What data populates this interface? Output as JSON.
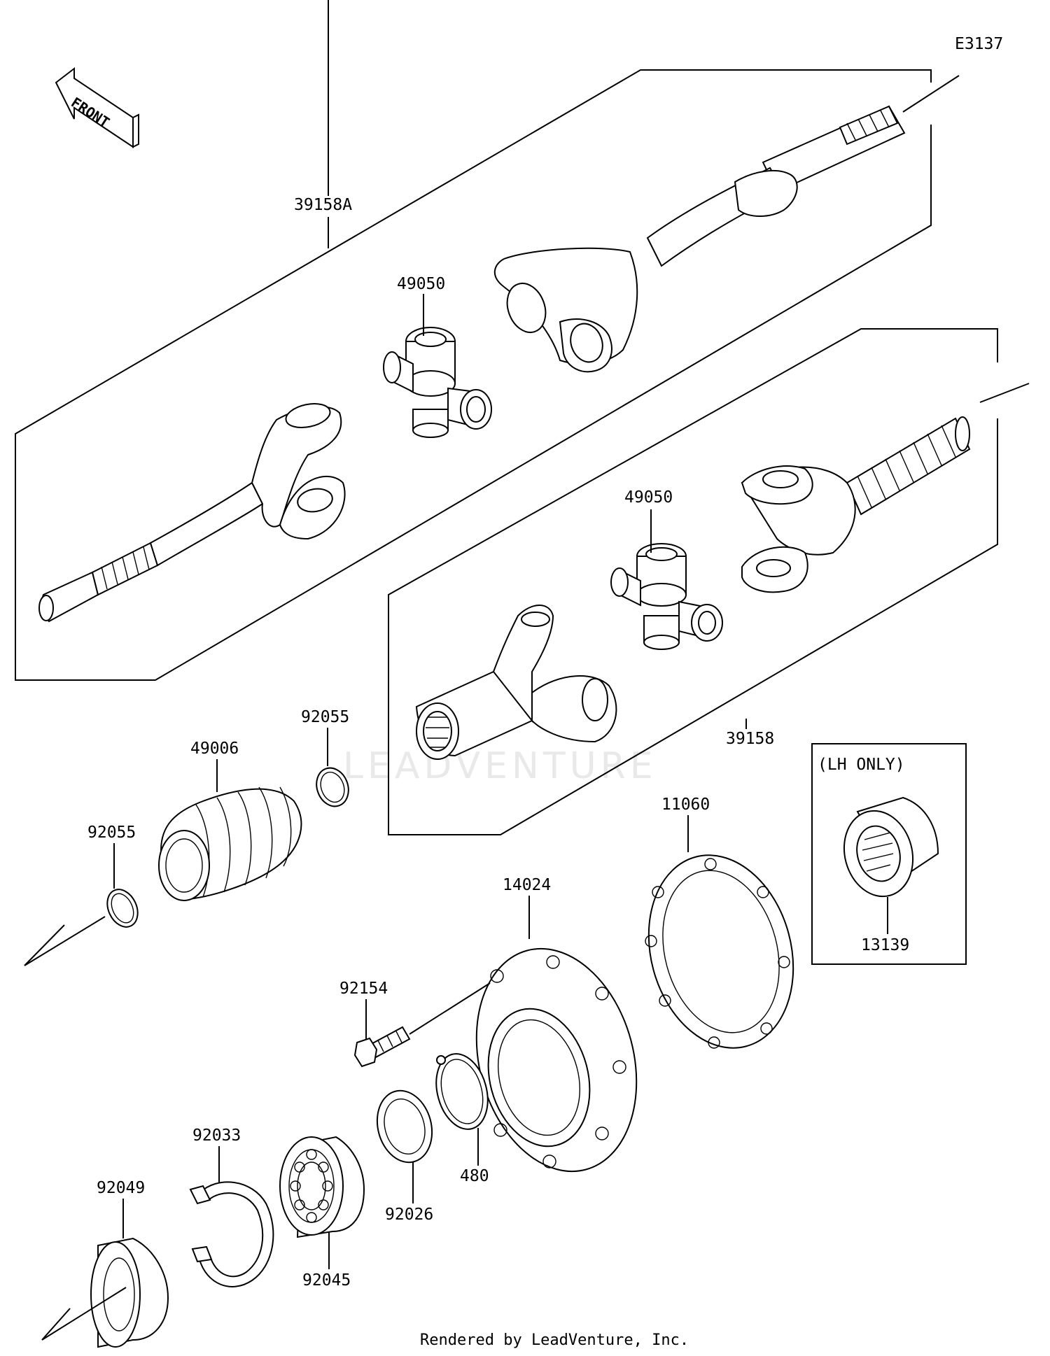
{
  "diagram_id": "E3137",
  "front_label": "FRONT",
  "watermark": "LEADVENTURE",
  "footer": "Rendered by LeadVenture, Inc.",
  "lh_only_label": "(LH ONLY)",
  "callouts": {
    "shaft_assembly_upper": "39158A",
    "universal_joint_upper": "49050",
    "universal_joint_lower": "49050",
    "shaft_assembly_lower": "39158",
    "oring_right": "92055",
    "boot": "49006",
    "oring_left": "92055",
    "gasket": "11060",
    "housing": "14024",
    "lh_part": "13139",
    "bolt": "92154",
    "circlip_480": "480",
    "washer": "92026",
    "snap_ring": "92033",
    "bearing": "92045",
    "oil_seal": "92049"
  }
}
